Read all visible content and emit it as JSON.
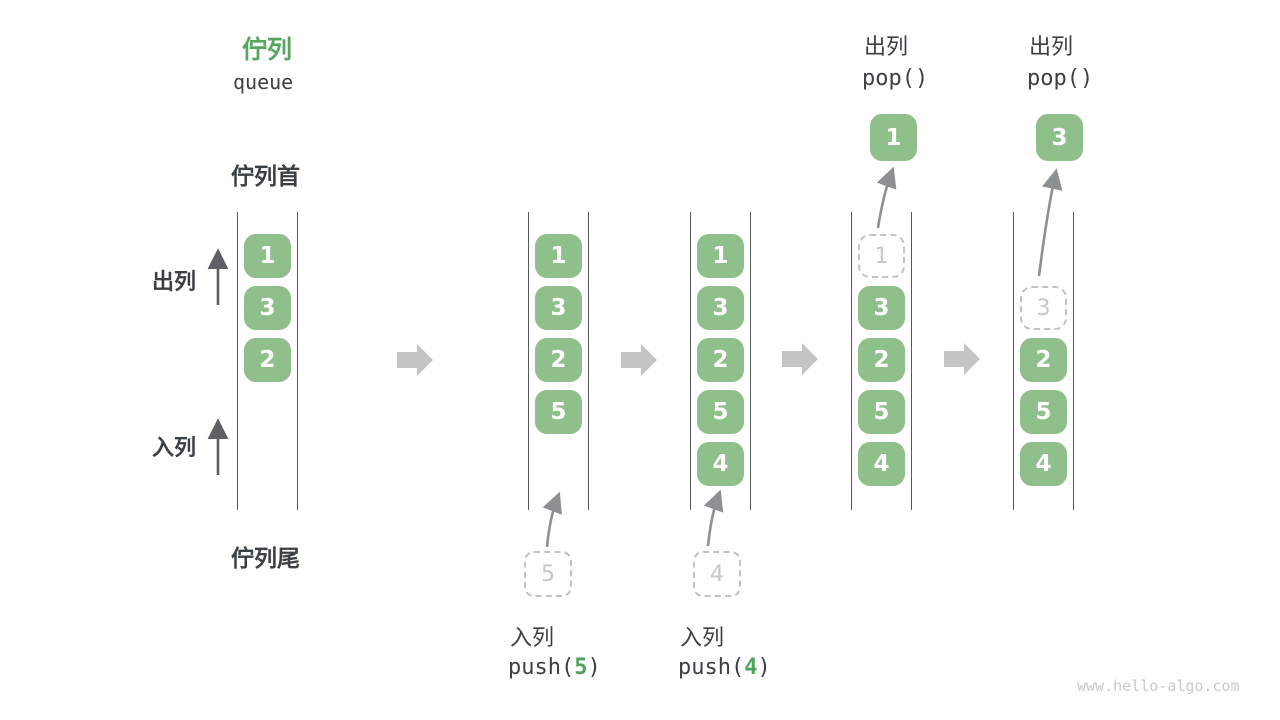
{
  "title": {
    "zh": "佇列",
    "en": "queue"
  },
  "side_labels": {
    "front": "佇列首",
    "rear": "佇列尾",
    "dequeue": "出列",
    "enqueue": "入列"
  },
  "columns": [
    {
      "cells": [
        {
          "value": "1",
          "state": "filled"
        },
        {
          "value": "3",
          "state": "filled"
        },
        {
          "value": "2",
          "state": "filled"
        }
      ]
    },
    {
      "cells": [
        {
          "value": "1",
          "state": "filled"
        },
        {
          "value": "3",
          "state": "filled"
        },
        {
          "value": "2",
          "state": "filled"
        },
        {
          "value": "5",
          "state": "filled"
        }
      ],
      "op": {
        "label": "入列",
        "call_open": "push(",
        "arg": "5",
        "call_close": ")",
        "ghost": "5"
      }
    },
    {
      "cells": [
        {
          "value": "1",
          "state": "filled"
        },
        {
          "value": "3",
          "state": "filled"
        },
        {
          "value": "2",
          "state": "filled"
        },
        {
          "value": "5",
          "state": "filled"
        },
        {
          "value": "4",
          "state": "filled"
        }
      ],
      "op": {
        "label": "入列",
        "call_open": "push(",
        "arg": "4",
        "call_close": ")",
        "ghost": "4"
      }
    },
    {
      "cells": [
        {
          "value": "1",
          "state": "dashed"
        },
        {
          "value": "3",
          "state": "filled"
        },
        {
          "value": "2",
          "state": "filled"
        },
        {
          "value": "5",
          "state": "filled"
        },
        {
          "value": "4",
          "state": "filled"
        }
      ],
      "op": {
        "label": "出列",
        "call": "pop()",
        "result": "1"
      }
    },
    {
      "cells": [
        {
          "value": "3",
          "state": "dashed"
        },
        {
          "value": "2",
          "state": "filled"
        },
        {
          "value": "5",
          "state": "filled"
        },
        {
          "value": "4",
          "state": "filled"
        }
      ],
      "op": {
        "label": "出列",
        "call": "pop()",
        "result": "3"
      }
    }
  ],
  "watermark": "www.hello-algo.com",
  "colors": {
    "accent_green": "#57a65f",
    "element_green": "#8fbf8b",
    "arg_green": "#4ea25c",
    "text_dark": "#3b4045",
    "ghost_gray": "#c7c7c7",
    "flow_arrow_gray": "#c4c4c4",
    "curve_arrow_gray": "#8d9093",
    "watermark_gray": "#c9c9c9"
  }
}
